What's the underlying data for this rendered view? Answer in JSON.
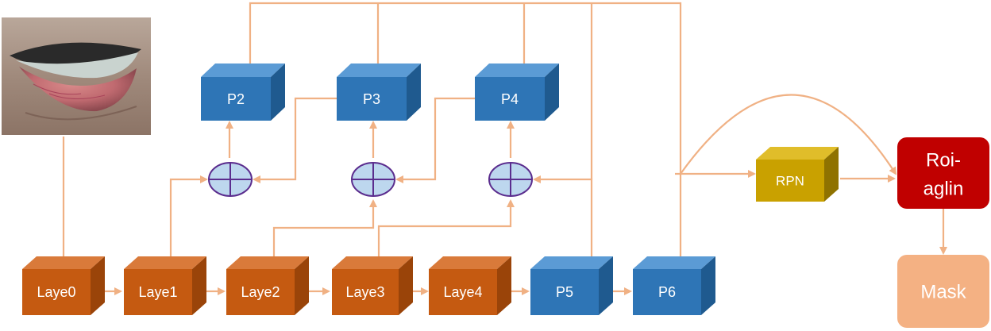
{
  "photo": {
    "name": "eyelid-photo"
  },
  "blocks": {
    "layer0": "Laye0",
    "layer1": "Laye1",
    "layer2": "Laye2",
    "layer3": "Laye3",
    "layer4": "Laye4",
    "p2": "P2",
    "p3": "P3",
    "p4": "P4",
    "p5": "P5",
    "p6": "P6",
    "rpn": "RPN",
    "roialign_line1": "Roi-",
    "roialign_line2": "aglin",
    "mask": "Mask"
  },
  "colors": {
    "layer_front": "#c55a11",
    "layer_top": "#d97a3a",
    "layer_side": "#9a4409",
    "p_front": "#2e75b6",
    "p_top": "#5b9bd5",
    "p_side": "#1f5a8f",
    "rpn_front": "#c9a100",
    "rpn_top": "#e0bd2a",
    "rpn_side": "#8f7200",
    "roialign": "#c00000",
    "mask": "#f4b183",
    "connector": "#f0b184",
    "adder_fill": "#bdd7ee",
    "adder_stroke": "#5b2d8e"
  }
}
